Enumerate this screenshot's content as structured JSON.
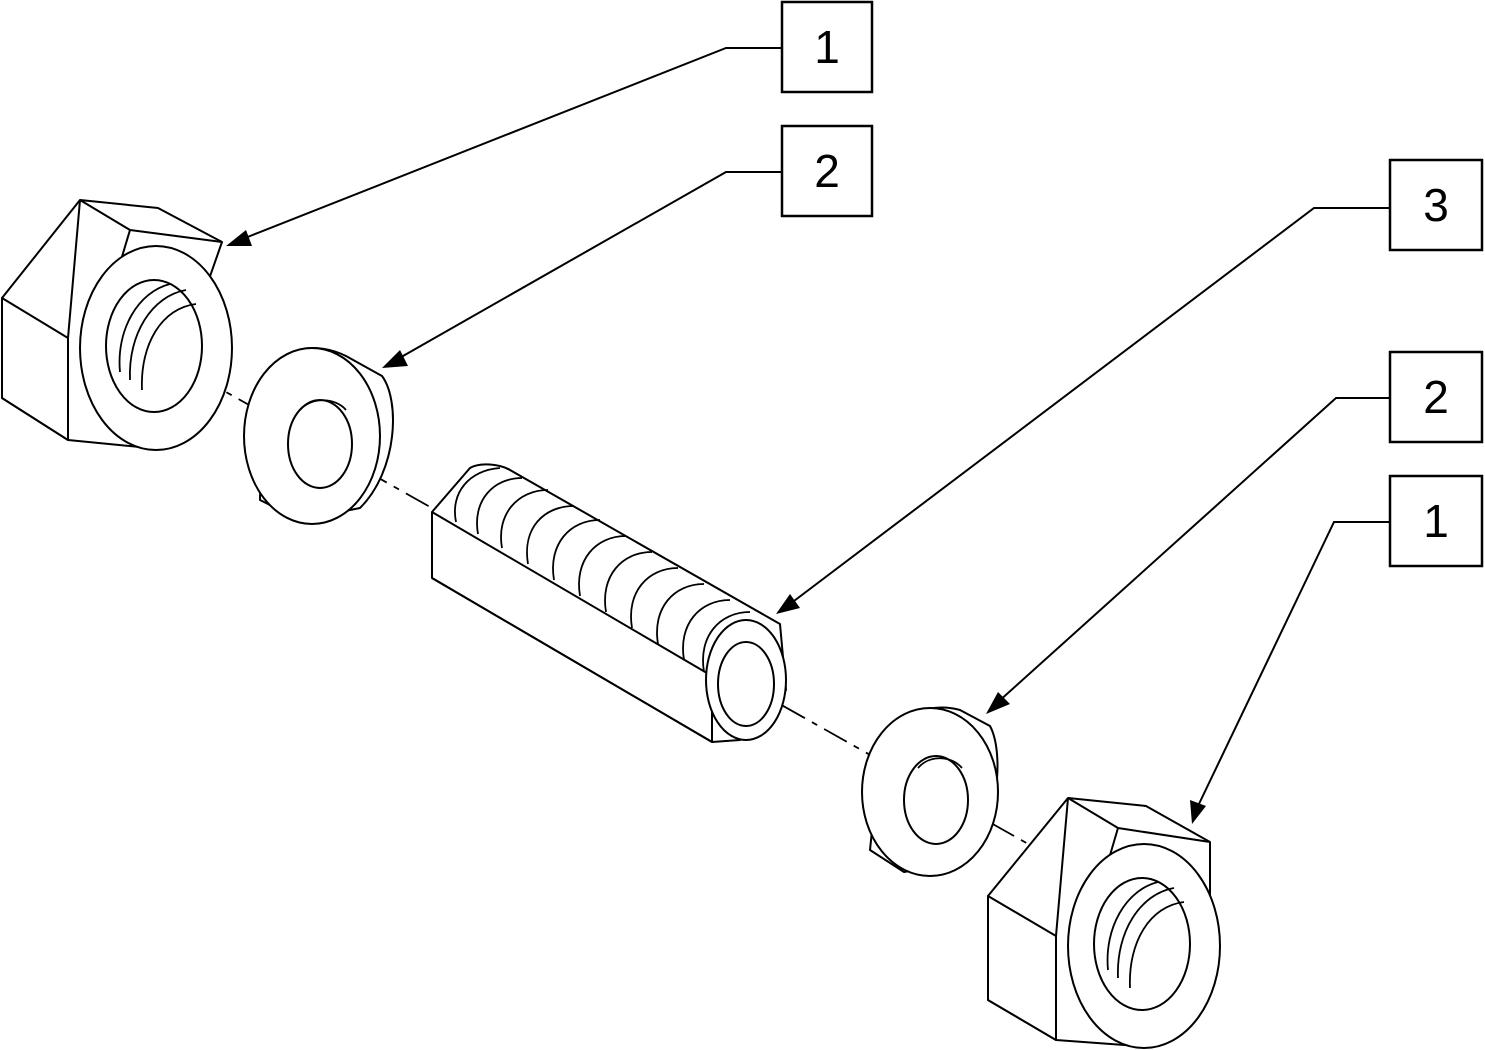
{
  "callouts": [
    {
      "id": "callout-1-top",
      "label": "1"
    },
    {
      "id": "callout-2-top",
      "label": "2"
    },
    {
      "id": "callout-3",
      "label": "3"
    },
    {
      "id": "callout-2-bottom",
      "label": "2"
    },
    {
      "id": "callout-1-bottom",
      "label": "1"
    }
  ],
  "colors": {
    "line": "#000000",
    "background": "#ffffff"
  }
}
